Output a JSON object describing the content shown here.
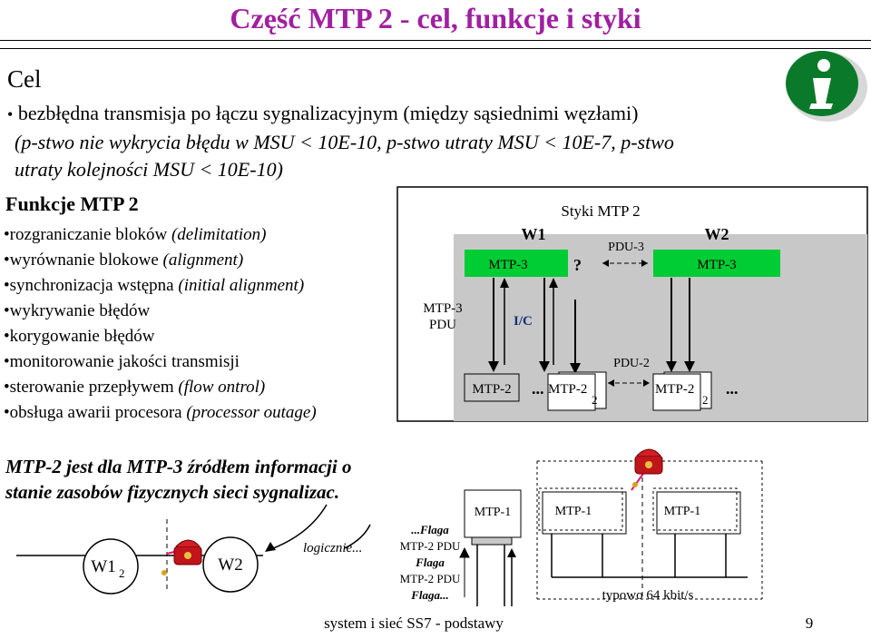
{
  "title": "Część MTP 2 - cel, funkcje i styki",
  "cel": {
    "heading": "Cel",
    "bullet": "bezbłędna transmisja po łączu sygnalizacyjnym (między sąsiednimi węzłami)",
    "line2": "(p-stwo nie wykrycia błędu w MSU < 10E-10, p-stwo utraty MSU < 10E-7, p-stwo",
    "line3": "utraty kolejności MSU < 10E-10)"
  },
  "funkcje": {
    "heading": "Funkcje MTP 2",
    "items": [
      {
        "text": "rozgraniczanie bloków ",
        "note": "(delimitation)"
      },
      {
        "text": "wyrównanie blokowe ",
        "note": "(alignment)"
      },
      {
        "text": "synchronizacja wstępna ",
        "note": "(initial alignment)"
      },
      {
        "text": "wykrywanie błędów",
        "note": ""
      },
      {
        "text": "korygowanie błędów",
        "note": ""
      },
      {
        "text": "monitorowanie jakości transmisji",
        "note": ""
      },
      {
        "text": "sterowanie przepływem ",
        "note": "(flow ontrol)"
      },
      {
        "text": "obsługa awarii procesora ",
        "note": "(processor outage)"
      }
    ]
  },
  "caption": {
    "line1": "MTP-2 jest dla MTP-3 źródłem informacji o",
    "line2": "stanie zasobów fizycznych sieci sygnalizac."
  },
  "styki": {
    "title": "Styki MTP 2",
    "w1": "W1",
    "w2": "W2",
    "mtp3_left": "MTP-3",
    "mtp3_right": "MTP-3",
    "pdu3": "PDU-3",
    "question": "?",
    "mtp3_pdu_line1": "MTP-3",
    "mtp3_pdu_line2": "PDU",
    "ic": "I/C",
    "pdu2": "PDU-2",
    "mtp2_a": "MTP-2",
    "mtp2_b": "MTP-2",
    "mtp2_b_sub": "2",
    "mtp2_c": "MTP-2",
    "mtp2_c_sub": "2",
    "dots1": "...",
    "dots2": "..."
  },
  "bottom": {
    "w1": "W1",
    "w1_sub": "2",
    "w2": "W2",
    "logicznie": "logicznie...",
    "frames": [
      "...Flaga",
      "MTP-2 PDU",
      "Flaga",
      "MTP-2 PDU",
      "Flaga..."
    ],
    "mtp1_a": "MTP-1",
    "mtp1_b": "MTP-1",
    "mtp1_c": "MTP-1",
    "typowo": "typowo 64 kbit/s"
  },
  "footer": {
    "text": "system i sieć SS7 - podstawy",
    "page": "9"
  },
  "colors": {
    "title": "#a020a0",
    "gray_panel": "#c8c8c8",
    "green_box": "#00cc33",
    "red_line": "#e0186c",
    "info_icon": "#0a7a2a"
  }
}
